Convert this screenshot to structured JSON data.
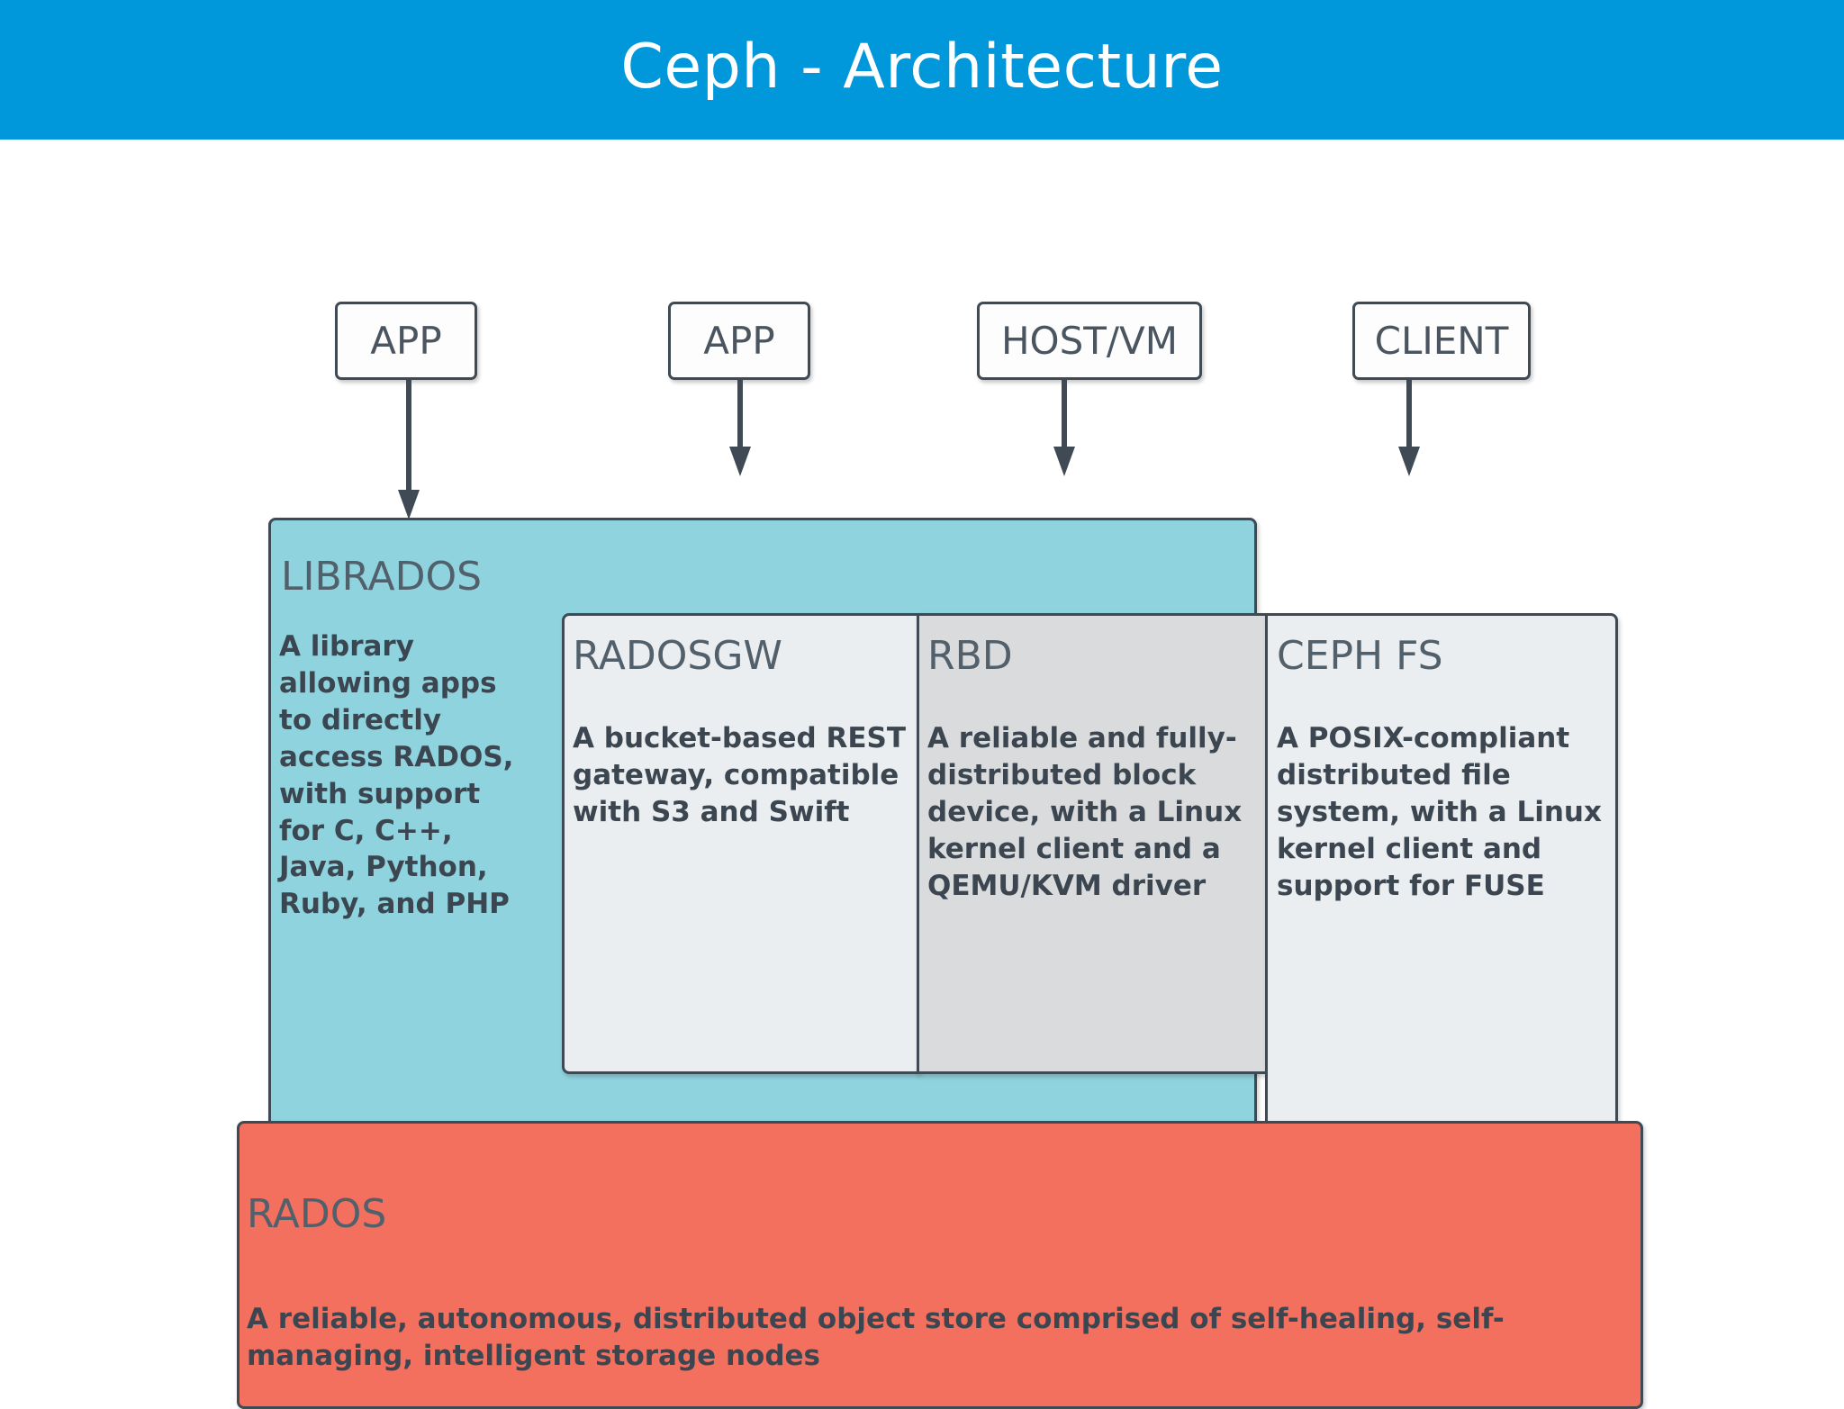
{
  "header": {
    "title": "Ceph - Architecture",
    "background_color": "#0098da",
    "text_color": "#ffffff"
  },
  "diagram": {
    "type": "architecture-stack",
    "clients": [
      {
        "id": "app-1",
        "label": "APP"
      },
      {
        "id": "app-2",
        "label": "APP"
      },
      {
        "id": "hostvm",
        "label": "HOST/VM"
      },
      {
        "id": "client",
        "label": "CLIENT"
      }
    ],
    "connectors": [
      {
        "from": "app-1",
        "to": "librados",
        "style": "arrow-down"
      },
      {
        "from": "app-2",
        "to": "radosgw",
        "style": "arrow-down"
      },
      {
        "from": "hostvm",
        "to": "rbd",
        "style": "arrow-down"
      },
      {
        "from": "client",
        "to": "cephfs",
        "style": "arrow-down"
      }
    ],
    "layers": [
      {
        "id": "librados",
        "title": "LIBRADOS",
        "description": "A library allowing apps to directly access RADOS, with support for C, C++, Java, Python, Ruby, and PHP",
        "color": "#8ed3de"
      },
      {
        "id": "radosgw",
        "title": "RADOSGW",
        "description": "A bucket-based REST gateway, compatible with S3 and Swift",
        "color": "#ebeef0"
      },
      {
        "id": "rbd",
        "title": "RBD",
        "description": "A reliable and fully-distributed block device, with a Linux kernel client and a QEMU/KVM driver",
        "color": "#d9dbdd"
      },
      {
        "id": "cephfs",
        "title": "CEPH FS",
        "description": "A POSIX-compliant distributed file system, with a Linux kernel client and support for FUSE",
        "color": "#ebeef0"
      },
      {
        "id": "rados",
        "title": "RADOS",
        "description": "A reliable, autonomous, distributed object store comprised of self-healing, self-managing, intelligent storage nodes",
        "color": "#f3705f"
      }
    ],
    "border_color": "#3f4a54",
    "text_color": "#3c4650"
  }
}
